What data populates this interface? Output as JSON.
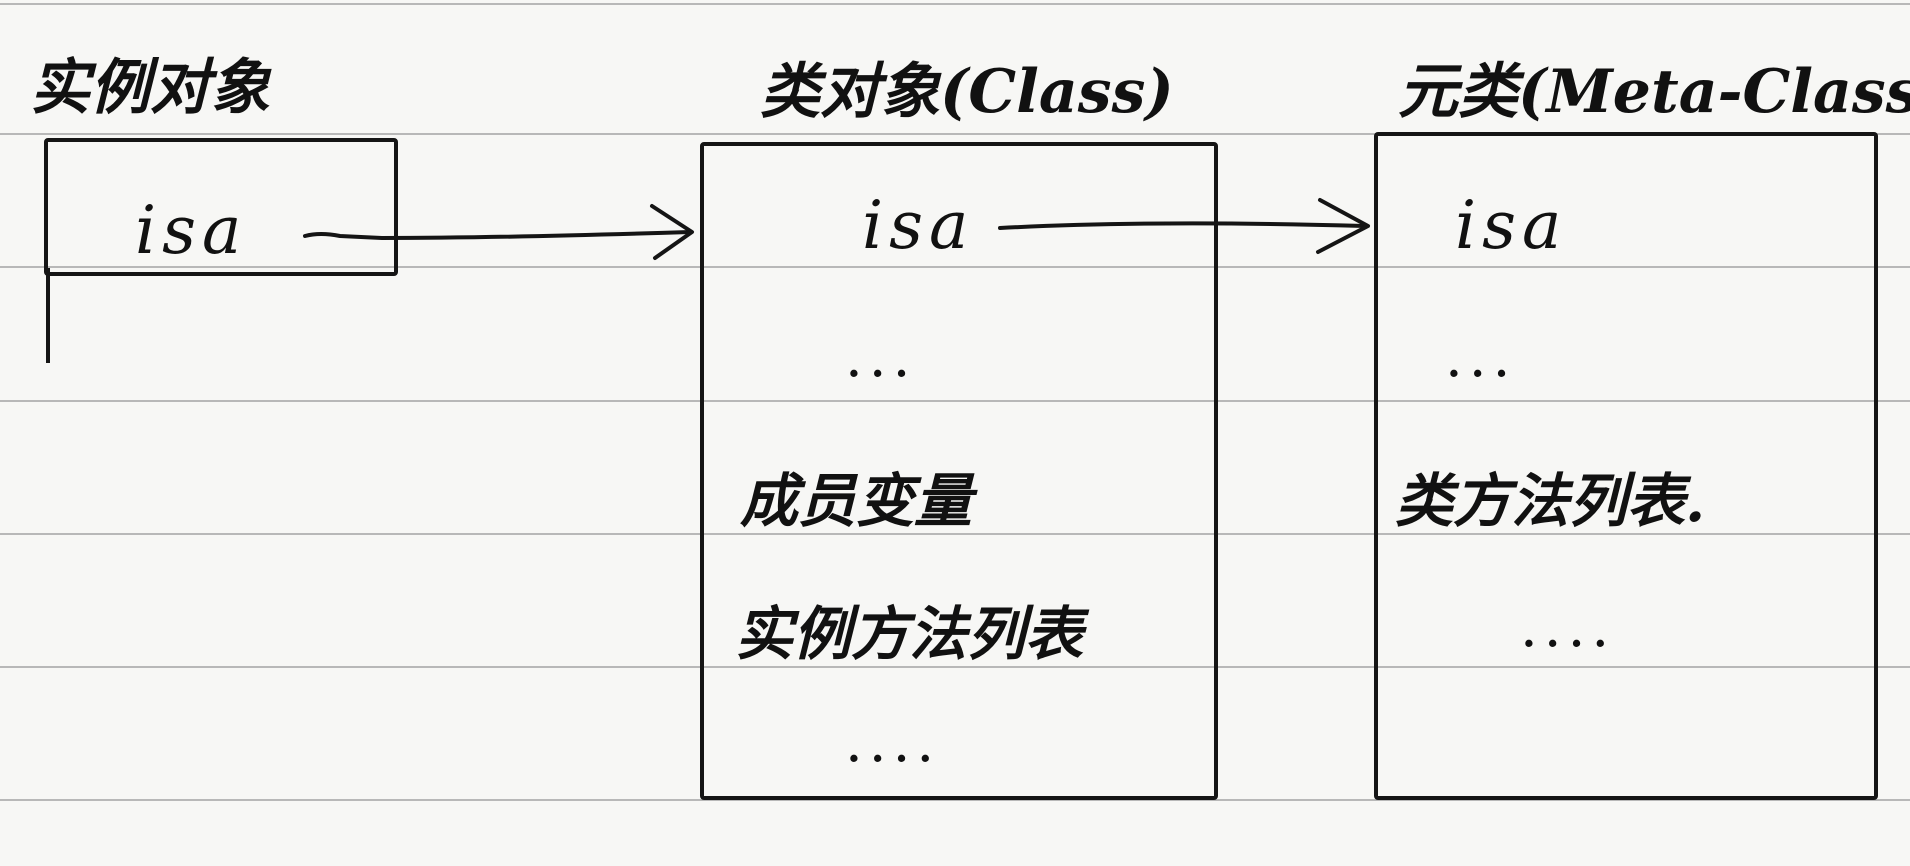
{
  "diagram": {
    "instance": {
      "title": "实例对象",
      "isa": "isa"
    },
    "class_object": {
      "title": "类对象(Class)",
      "isa": "isa",
      "ellipsis_top": "...",
      "member_vars": "成员变量",
      "instance_methods": "实例方法列表",
      "ellipsis_bottom": "...."
    },
    "meta_class": {
      "title": "元类(Meta-Class)",
      "isa": "isa",
      "ellipsis_top": "...",
      "class_methods": "类方法列表.",
      "ellipsis_bottom": "...."
    },
    "arrows": [
      {
        "from": "instance.isa",
        "to": "class_object"
      },
      {
        "from": "class_object.isa",
        "to": "meta_class"
      }
    ]
  }
}
